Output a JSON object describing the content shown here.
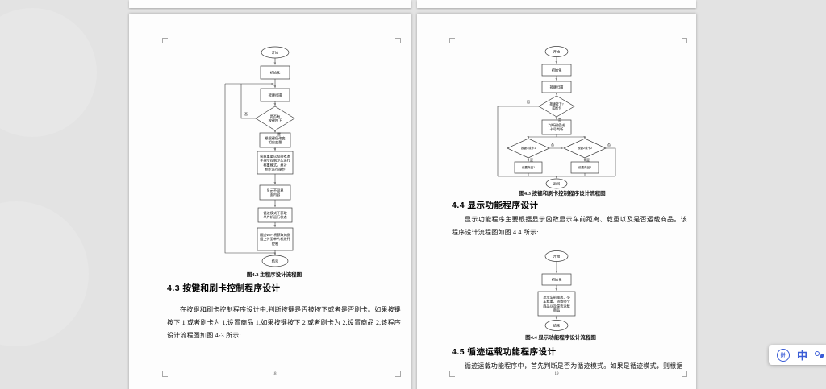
{
  "colors": {
    "background": "#e3e3e3",
    "page": "#fdfdfd",
    "ime_blue": "#3a5cd6"
  },
  "ime": {
    "pinyin_label": "拼",
    "lang_label": "中"
  },
  "left_page": {
    "page_number": "18",
    "chart": {
      "start": "开始",
      "init": "初始化",
      "scan": "按键扫描",
      "decision": "是否有\n按键按下",
      "no": "否",
      "yes": "是",
      "n1": "根据键值改变\n相应变量",
      "n2": "获取重量以及接收发\n手指令控制小车进行\n称重模式，并对\n刷卡进行操作",
      "n3": "显示不同界\n面内容",
      "n4": "循迹模式下获取\n单片机运行状态",
      "n5": "通过WIFI将获取的数\n据上传至单片机进行\n控制",
      "end": "结束",
      "caption": "图4.2 主程序设计流程图"
    },
    "section43": {
      "heading": "4.3 按键和刷卡控制程序设计",
      "body": "在按键和刷卡控制程序设计中,判断按键是否被按下或者是否刷卡。如果按键按下 1 或者刷卡为 1,设置商品 1,如果按键按下 2 或者刷卡为 2,设置商品 2,该程序设计流程图如图 4-3 所示:"
    }
  },
  "right_page": {
    "page_number": "19",
    "chart1": {
      "start": "开始",
      "init": "初始化",
      "scan": "按键扫描",
      "decision": "按键按下?\n或刷卡",
      "no": "否",
      "yes": "是",
      "judge": "判断键值或\n卡号判断",
      "d1": "按键1或卡1",
      "d1_no": "否",
      "d1_yes": "是",
      "d2": "按键2或卡2",
      "d2_no": "否",
      "d2_yes": "是",
      "set1": "设置商品1",
      "set2": "设置商品2",
      "end": "返回",
      "caption": "图4.3 按键和刷卡控制程序设计流程图"
    },
    "section44": {
      "heading": "4.4 显示功能程序设计",
      "body": "显示功能程序主要根据显示函数显示车前距离、载重以及是否运载商品。该程序设计流程图如图 4.4 所示:"
    },
    "chart2": {
      "start": "开始",
      "init": "初始化",
      "body": "显示车前距离、小\n车载重、运载哪个\n商品以及是否运载\n商品",
      "end": "结束",
      "caption": "图4.4 显示功能程序设计流程图"
    },
    "section45": {
      "heading": "4.5 循迹运载功能程序设计",
      "body": "循迹运载功能程序中，首先判断是否为循迹模式。如果是循迹模式，则根据"
    }
  }
}
